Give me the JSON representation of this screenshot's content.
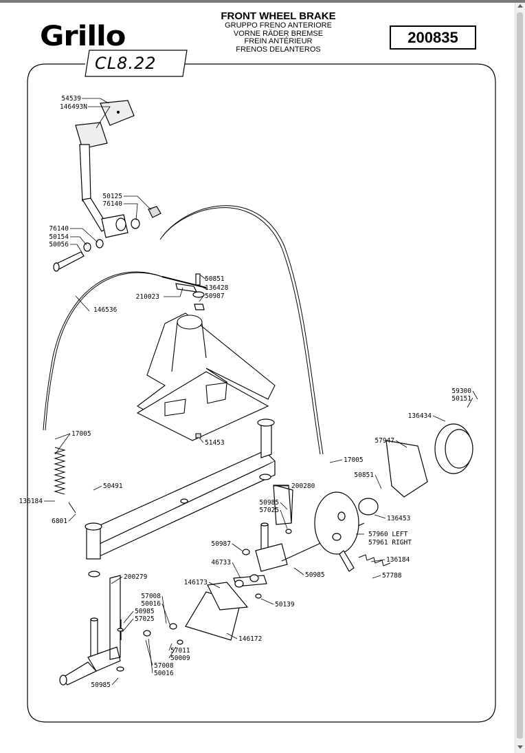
{
  "header": {
    "brand": "Grillo",
    "model": "CL8.22",
    "title": "FRONT WHEEL BRAKE",
    "subtitles": [
      "GRUPPO FRENO ANTERIORE",
      "VORNE RÄDER BREMSE",
      "FREIN ANTÉRIEUR",
      "FRENOS DELANTEROS"
    ],
    "part_number": "200835"
  },
  "labels": {
    "p54539": "54539",
    "p146493N": "146493N",
    "p50125": "50125",
    "p76140a": "76140",
    "p76140b": "76140",
    "p50154": "50154",
    "p50056": "50056",
    "p50851a": "50851",
    "p136428": "136428",
    "p210023": "210023",
    "p50987a": "50987",
    "p146536": "146536",
    "p59300": "59300",
    "p50151": "50151",
    "p136434": "136434",
    "p57947": "57947",
    "p17005a": "17005",
    "p51453": "51453",
    "p17005b": "17005",
    "p50851b": "50851",
    "p50491": "50491",
    "p136184a": "136184",
    "p200280": "200280",
    "p6801": "6801",
    "p50985a": "50985",
    "p57025a": "57025",
    "p136453": "136453",
    "p57960": "57960 LEFT",
    "p57961": "57961 RIGHT",
    "p50987b": "50987",
    "p136184b": "136184",
    "p46733": "46733",
    "p50985b": "50985",
    "p57788": "57788",
    "p200279": "200279",
    "p146173": "146173",
    "p50139": "50139",
    "p57008a": "57008",
    "p50016a": "50016",
    "p50985c": "50985",
    "p57025b": "57025",
    "p146172": "146172",
    "p57011": "57011",
    "p50009": "50009",
    "p57008b": "57008",
    "p50016b": "50016",
    "p50985d": "50985"
  }
}
